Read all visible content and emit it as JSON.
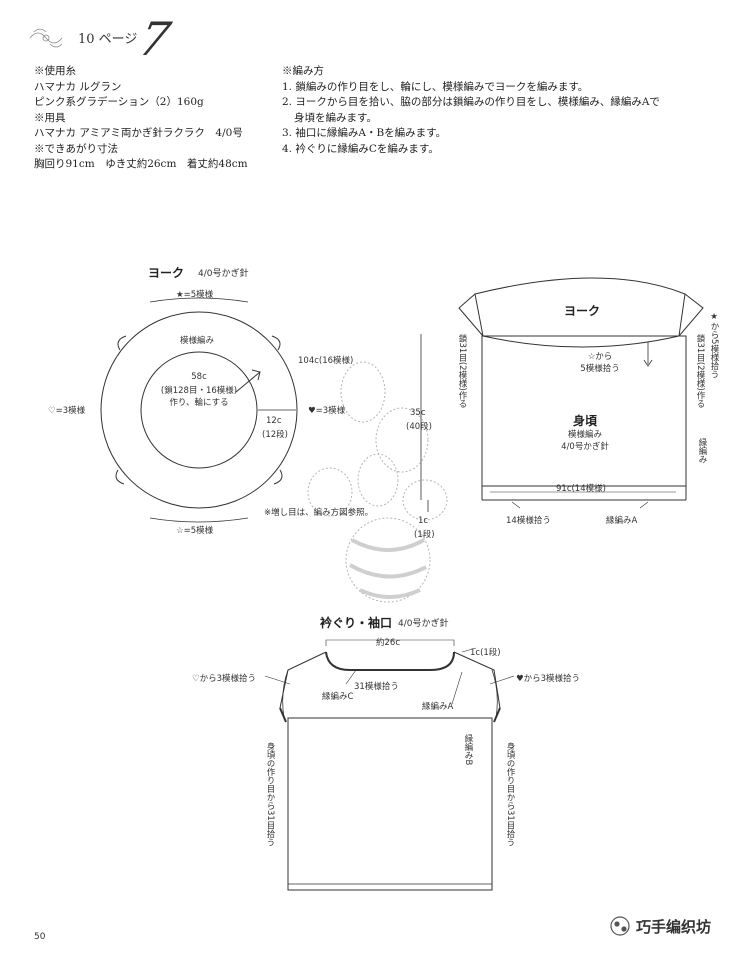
{
  "header": {
    "page_ref": "10 ページ",
    "pattern_number": "7"
  },
  "materials": {
    "yarn_head": "※使用糸",
    "yarn_line1": "ハマナカ ルグラン",
    "yarn_line2": "ピンク系グラデーション（2）160g",
    "tools_head": "※用具",
    "tools_line": "ハマナカ アミアミ両かぎ針ラクラク　4/0号",
    "size_head": "※できあがり寸法",
    "size_line": "胸回り91cm　ゆき丈約26cm　着丈約48cm"
  },
  "method": {
    "head": "※編み方",
    "step1": "1. 鎖編みの作り目をし、輪にし、模様編みでヨークを編みます。",
    "step2a": "2. ヨークから目を拾い、脇の部分は鎖編みの作り目をし、模様編み、縁編みAで",
    "step2b": "身頃を編みます。",
    "step3": "3. 袖口に縁編みA・Bを編みます。",
    "step4": "4. 衿ぐりに縁編みCを編みます。"
  },
  "yoke": {
    "title": "ヨーク",
    "hook": "4/0号かぎ針",
    "star_black": "★=5模様",
    "pattern": "模様編み",
    "circ": "104c(16模様)",
    "inner1": "58c",
    "inner2": "(鎖128目・16模様)",
    "inner3": "作り、輪にする",
    "heart_white": "♡=3模様",
    "heart_black": "♥=3模様",
    "width1": "12c",
    "width2": "(12段)",
    "star_white": "☆=5模様"
  },
  "middle": {
    "length1": "35c",
    "length2": "(40段)",
    "edge1": "1c",
    "edge2": "(1段)",
    "note": "※増し目は、編み方図参照。"
  },
  "body": {
    "yoke_label": "ヨーク",
    "pick1": "☆から",
    "pick2": "5模様拾う",
    "side_left": "鎖31目(2模様)作る",
    "side_right": "鎖31目(2模様)作る",
    "star_pick": "★から5模様拾う",
    "body_title": "身頃",
    "body_pattern": "模様編み",
    "body_hook": "4/0号かぎ針",
    "edge_a_v": "縁編み",
    "width": "91c(14模様)",
    "pick14": "14模様拾う",
    "edge_a": "縁編みA"
  },
  "finishing": {
    "title": "衿ぐり・袖口",
    "hook": "4/0号かぎ針",
    "neck_width": "約26c",
    "edge_1c": "1c(1段)",
    "heart_white_pick": "♡から3模様拾う",
    "heart_black_pick": "♥から3模様拾う",
    "pick31": "31模様拾う",
    "edge_c": "縁編みC",
    "edge_a": "縁編みA",
    "edge_b": "縁編みB",
    "pick_left": "身頃の作り目から31目拾う",
    "pick_right": "身頃の作り目から31目拾う"
  },
  "footer": {
    "page_number": "50",
    "watermark": "巧手编织坊"
  }
}
